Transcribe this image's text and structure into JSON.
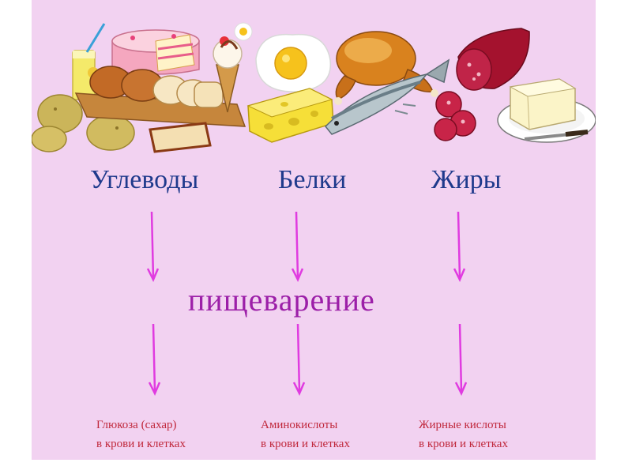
{
  "diagram": {
    "nutrients": [
      {
        "id": "carbs",
        "label": "Углеводы"
      },
      {
        "id": "proteins",
        "label": "Белки"
      },
      {
        "id": "fats",
        "label": "Жиры"
      }
    ],
    "process_label": "пищеварение",
    "results": [
      {
        "id": "carbs",
        "line1": "Глюкоза (сахар)",
        "line2": "в крови и клетках"
      },
      {
        "id": "proteins",
        "line1": "Аминокислоты",
        "line2": "в крови и клетках"
      },
      {
        "id": "fats",
        "line1": "Жирные кислоты",
        "line2": "в крови и клетках"
      }
    ]
  },
  "colors": {
    "background": "#f2d2f1",
    "nutrient_text": "#1f3a8c",
    "process_text": "#9c1fa8",
    "result_text": "#c0283c",
    "arrow": "#e03be0"
  },
  "illustration": {
    "items": [
      "lemonade-glass-icon",
      "cake-icon",
      "bread-icon",
      "potatoes-icon",
      "ice-cream-icon",
      "fried-egg-icon",
      "cheese-icon",
      "roast-chicken-icon",
      "fish-icon",
      "sausage-icon",
      "butter-icon"
    ]
  }
}
